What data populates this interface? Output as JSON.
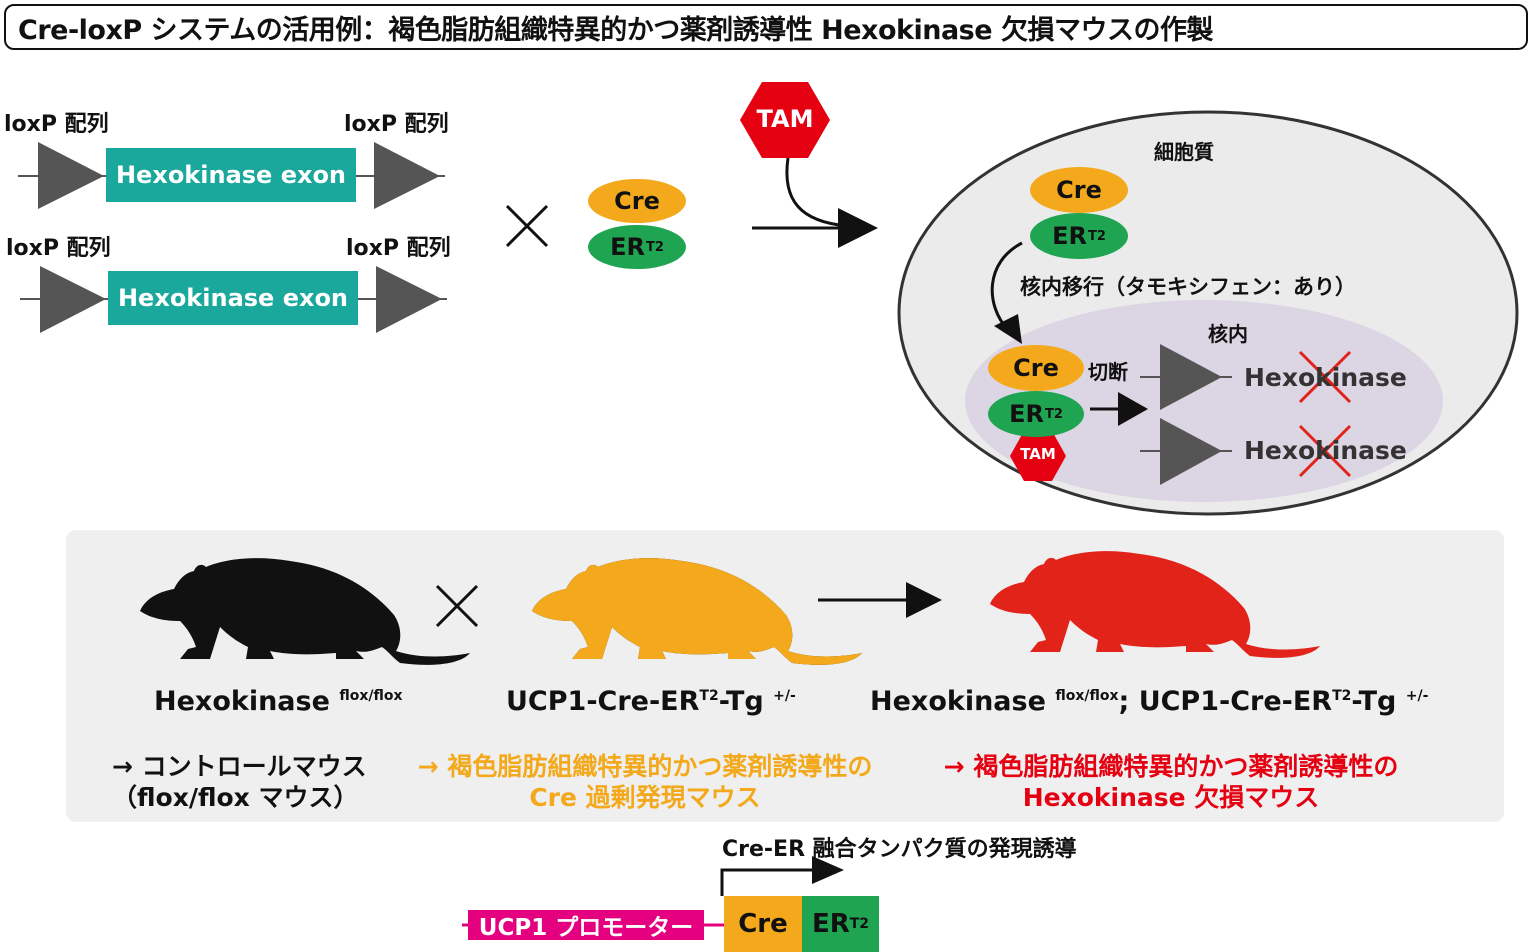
{
  "title": "Cre-loxP システムの活用例：褐色脂肪組織特異的かつ薬剤誘導性 Hexokinase 欠損マウスの作製",
  "loxp_label": "loxP 配列",
  "exon_label": "Hexokinase exon",
  "cross_symbol": "×",
  "cre_label": "Cre",
  "er_label": "ER",
  "er_sup": "T2",
  "tam_label": "TAM",
  "cytoplasm_label": "細胞質",
  "nuclear_translocation_label": "核内移行（タモキシフェン：あり）",
  "nucleus_label": "核内",
  "cleavage_label": "切断",
  "hexokinase_label": "Hexokinase",
  "mice": {
    "mouse1": {
      "name": "Hexokinase",
      "sup": "flox/flox",
      "color": "#111111"
    },
    "mouse2": {
      "name": "UCP1-Cre-ER",
      "sup1": "T2",
      "name2": "-Tg",
      "sup2": "+/-",
      "color": "#f3a91b"
    },
    "mouse3": {
      "name": "Hexokinase",
      "sup": "flox/flox",
      "name2": "; UCP1-Cre-ER",
      "sup1": "T2",
      "name3": "-Tg",
      "sup2": "+/-",
      "color": "#e1231a"
    }
  },
  "descriptions": {
    "d1_line1": "→ コントロールマウス",
    "d1_line2": "（flox/flox マウス）",
    "d2_line1": "→ 褐色脂肪組織特異的かつ薬剤誘導性の",
    "d2_line2": "Cre 過剰発現マウス",
    "d3_line1": "→ 褐色脂肪組織特異的かつ薬剤誘導性の",
    "d3_line2": "Hexokinase 欠損マウス"
  },
  "colors": {
    "teal": "#1aa79c",
    "orange": "#f3a91b",
    "green": "#1fa451",
    "red": "#e1231a",
    "magenta": "#e4007f"
  },
  "construct": {
    "promoter_label": "UCP1 プロモーター",
    "expression_label": "Cre-ER 融合タンパク質の発現誘導",
    "cre_box": "Cre",
    "er_box": "ER",
    "er_sup": "T2"
  }
}
